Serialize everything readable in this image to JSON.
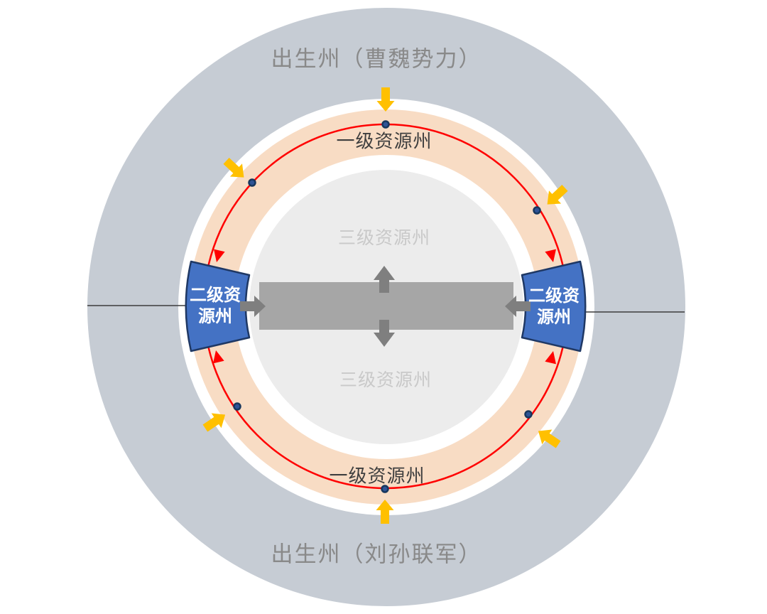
{
  "labels": {
    "birth_state_top": "出生州（曹魏势力）",
    "birth_state_bottom": "出生州（刘孙联军）",
    "tier1_resource_top": "一级资源州",
    "tier1_resource_bottom": "一级资源州",
    "tier2_resource_left": {
      "line1": "二级资",
      "line2": "源州"
    },
    "tier2_resource_right": {
      "line1": "二级资",
      "line2": "源州"
    },
    "tier3_resource_top": "三级资源州",
    "tier3_resource_bottom": "三级资源州"
  },
  "colors": {
    "background": "#ffffff",
    "birth_ring": "#c6ccd4",
    "tier1_ring": "#f8dcc4",
    "tier3_circle": "#ececec",
    "tier2_block_fill": "#4472c4",
    "tier2_block_border": "#1f3864",
    "center_bar": "#a6a6a6",
    "bar_arrow": "#7f7f7f",
    "attack_arrow": "#ffc000",
    "route_line": "#ff0000",
    "route_node_fill": "#2e5496",
    "route_node_border": "#17375e",
    "divider_line": "#3c3c3c",
    "birth_label_text": "#898989",
    "tier1_label_text": "#3f3f3f",
    "tier3_label_text": "#c9c9c9",
    "tier2_label_text": "#ffffff"
  }
}
